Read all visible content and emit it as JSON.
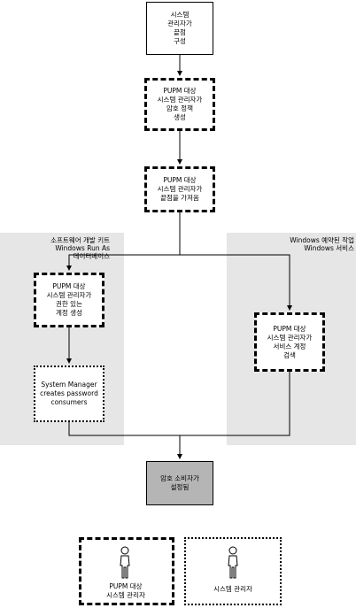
{
  "lanes": {
    "left": {
      "label": "소프트웨어 개발 키트\nWindows Run As\n데이터베이스"
    },
    "right": {
      "label": "Windows 예약된 작업\nWindows 서비스"
    }
  },
  "nodes": {
    "admin_configures": "시스템\n관리자가\n끝점\n구성",
    "pupm_create_policy": "PUPM 대상\n시스템 관리자가\n암호 정책\n생성",
    "pupm_get_endpoints": "PUPM 대상\n시스템 관리자가\n끝점을 가져옴",
    "pupm_create_priv": "PUPM 대상\n시스템 관리자가\n권한 있는\n계정 생성",
    "sm_creates_consumers": "System Manager\ncreates password\nconsumers",
    "pupm_search_service": "PUPM 대상\n시스템 관리자가\n서비스 계정\n검색",
    "consumer_set": "암호 소비자가\n설정됨"
  },
  "legend": {
    "pupm_admin": "PUPM 대상\n시스템 관리자",
    "system_admin": "시스템 관리자"
  },
  "icons": {
    "person": "person-icon"
  }
}
